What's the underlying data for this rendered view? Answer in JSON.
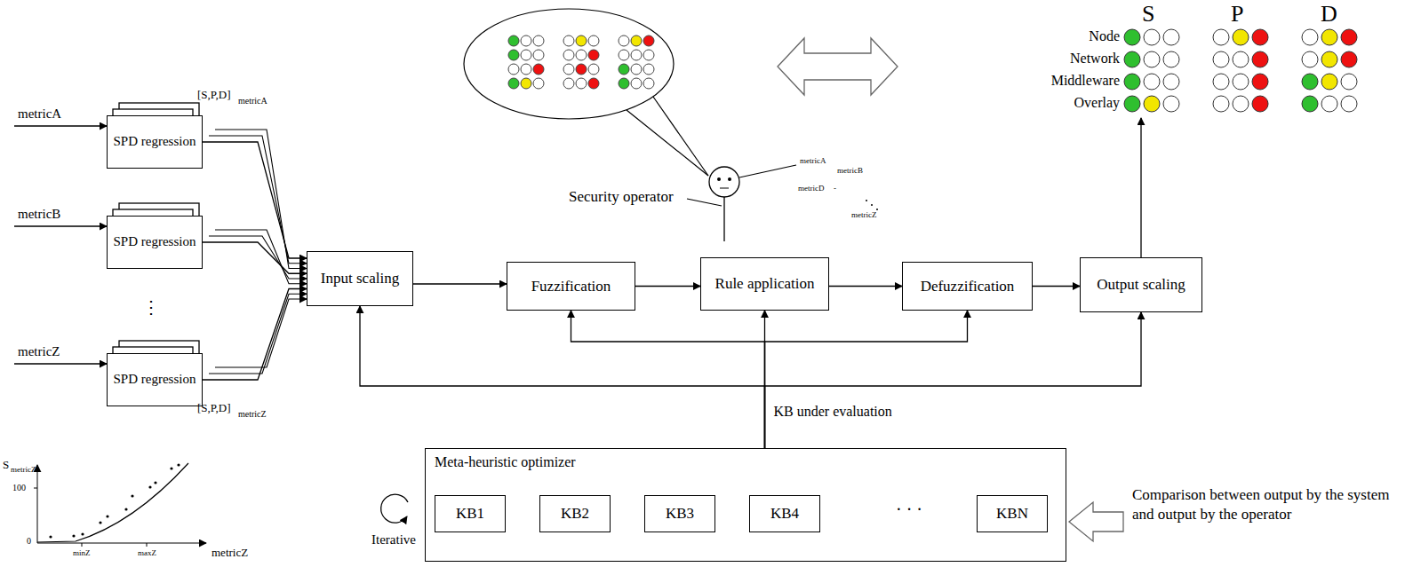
{
  "diagram": {
    "nodes": [
      {
        "text": [
          "SPD regression"
        ]
      },
      {
        "text": [
          "SPD regression"
        ]
      },
      {
        "text": [
          "SPD regression"
        ]
      },
      {
        "text": [
          "Input scaling"
        ]
      },
      {
        "text": [
          "Fuzzification"
        ]
      },
      {
        "text": [
          "Rule application"
        ]
      },
      {
        "text": [
          "Defuzzification"
        ]
      },
      {
        "text": [
          "Output scaling"
        ]
      },
      {
        "text": [
          "Meta-heuristic optimizer"
        ]
      },
      {
        "text": [
          "KB1"
        ],
        "in": 8
      },
      {
        "text": [
          "KB2"
        ],
        "in": 8
      },
      {
        "text": [
          "KB3"
        ],
        "in": 8
      },
      {
        "text": [
          "KB4"
        ],
        "in": 8
      },
      {
        "text": [
          "KBN"
        ],
        "in": 8
      }
    ],
    "edges": [
      {
        "from": 0,
        "to": 3,
        "arrow": "to"
      },
      {
        "from": 1,
        "to": 3,
        "arrow": "to"
      },
      {
        "from": 2,
        "to": 3,
        "arrow": "to"
      },
      {
        "from": 3,
        "to": 4,
        "arrow": "to"
      },
      {
        "from": 4,
        "to": 5,
        "arrow": "to"
      },
      {
        "from": 5,
        "to": 6,
        "arrow": "to"
      },
      {
        "from": 6,
        "to": 7,
        "arrow": "to"
      },
      {
        "from": 8,
        "to": 5,
        "label": "KB under evaluation",
        "arrow": "to"
      },
      {
        "from": 8,
        "to": 3,
        "arrow": "to"
      },
      {
        "from": 8,
        "to": 4,
        "arrow": "to"
      },
      {
        "from": 8,
        "to": 6,
        "arrow": "to"
      },
      {
        "from": 8,
        "to": 7,
        "arrow": "to"
      }
    ],
    "labels": [
      "metricA",
      "metricB",
      "⋮",
      "metricZ",
      "[S,P,D]",
      "metricA",
      "[S,P,D]",
      "metricZ",
      "S",
      "metricZ",
      "100",
      "0",
      "minZ",
      "maxZ",
      "metricZ",
      "Security operator",
      "metricA",
      "metricB",
      "metricD",
      "-",
      "metricZ",
      "S",
      "P",
      "D",
      "Node",
      "Network",
      "Middleware",
      "Overlay",
      "· · ·",
      "Iterative",
      "Comparison between output by the system and output by the operator"
    ]
  }
}
